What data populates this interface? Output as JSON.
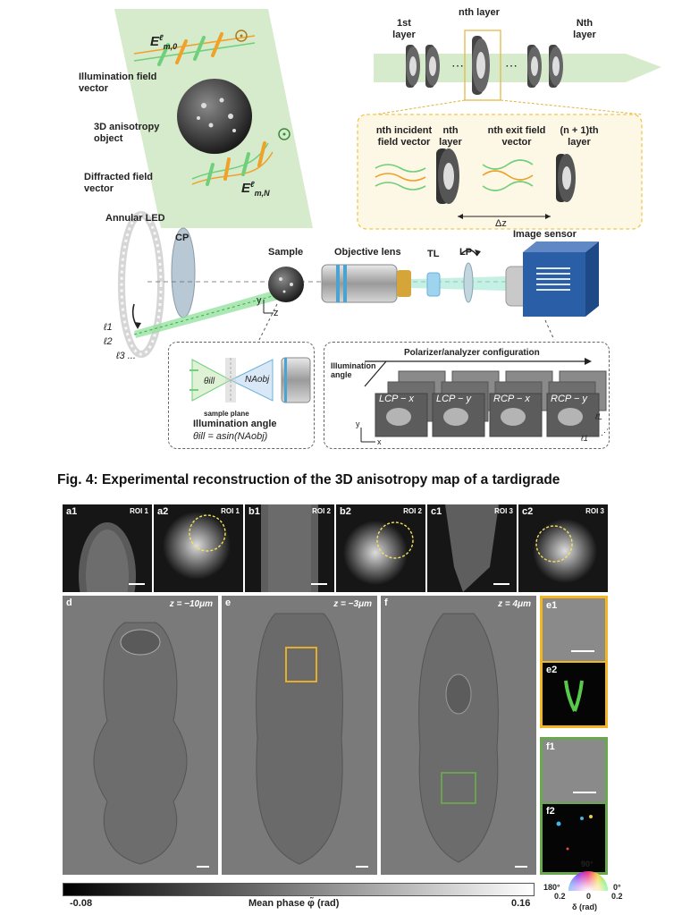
{
  "schematic": {
    "field_vec_top": "E",
    "field_vec_top_sub": "m,0",
    "field_vec_bottom": "E",
    "field_vec_bottom_sub": "m,N",
    "field_vec_sup": "ℓ",
    "illum_label": "Illumination field vector",
    "object_label": "3D anisotropy object",
    "diffracted_label": "Diffracted field vector",
    "layer_first": "1st layer",
    "layer_nth": "nth layer",
    "layer_last": "Nth layer",
    "inc_label": "nth incident field vector",
    "nth_layer": "nth layer",
    "exit_label": "nth exit field vector",
    "next_layer": "(n + 1)th layer",
    "delta_z": "Δz",
    "annular_led": "Annular LED",
    "cp": "CP",
    "sample": "Sample",
    "objective": "Objective lens",
    "tl": "TL",
    "lp": "LP",
    "sensor": "Image sensor",
    "l1": "ℓ1",
    "l2": "ℓ2",
    "l3": "ℓ3 ...",
    "axis_y": "y",
    "axis_z": "z",
    "theta_ill": "θill",
    "na_obj": "NAobj",
    "sample_plane": "sample plane",
    "illum_angle_title": "Illumination angle",
    "illum_angle_eq": "θill = asin(NAobj)",
    "pol_config": "Polarizer/analyzer configuration",
    "illum_angle_axis": "Illumination angle",
    "pol_states": [
      "LCP − x",
      "LCP − y",
      "RCP − x",
      "RCP − y"
    ],
    "l1_small": "ℓ1",
    "lL_small": "ℓL",
    "axis_y2": "y",
    "axis_x2": "x"
  },
  "figure_title": "Fig. 4: Experimental reconstruction of the 3D anisotropy map of a tardigrade",
  "top_panels": [
    {
      "label": "a1",
      "roi": "ROI 1"
    },
    {
      "label": "a2",
      "roi": "ROI 1"
    },
    {
      "label": "b1",
      "roi": "ROI 2"
    },
    {
      "label": "b2",
      "roi": "ROI 2"
    },
    {
      "label": "c1",
      "roi": "ROI 3"
    },
    {
      "label": "c2",
      "roi": "ROI 3"
    }
  ],
  "big_panels": [
    {
      "label": "d",
      "z": "z = −10μm"
    },
    {
      "label": "e",
      "z": "z = −3μm"
    },
    {
      "label": "f",
      "z": "z = 4μm"
    }
  ],
  "side_panels": [
    {
      "label": "e1"
    },
    {
      "label": "e2"
    },
    {
      "label": "f1"
    },
    {
      "label": "f2"
    }
  ],
  "colorbar": {
    "min": "-0.08",
    "max": "0.16",
    "label": "Mean phase φ̃ (rad)"
  },
  "colorwheel": {
    "deg90": "90°",
    "deg180": "180°",
    "deg0": "0°",
    "left": "0.2",
    "mid": "0",
    "right": "0.2",
    "unit": "δ (rad)"
  },
  "colors": {
    "plane_green": "#cfe8c2",
    "beam_green": "#6fcf7a",
    "orange": "#f0a12a",
    "yellow_box": "#f2c84b",
    "green_box": "#6aa84f",
    "sensor_blue": "#2a5fa8"
  }
}
